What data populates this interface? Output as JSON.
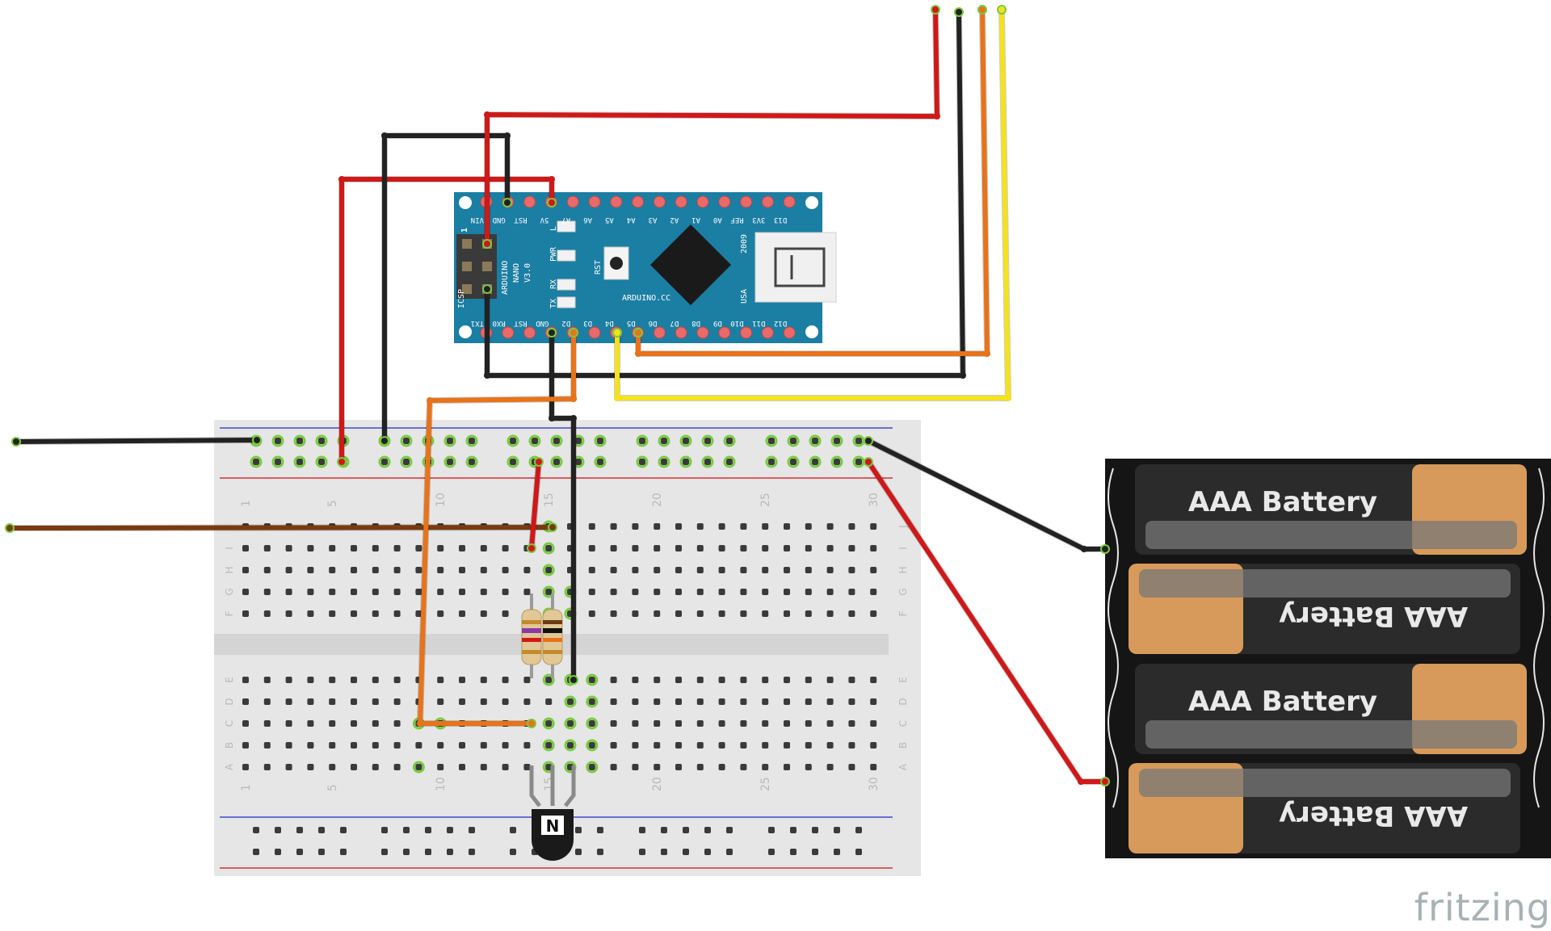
{
  "brand": "fritzing",
  "arduino": {
    "model_lines": [
      "ARDUINO",
      "NANO",
      "V3.0"
    ],
    "icsp": "ICSP",
    "icsp_num": "1",
    "rst": "RST",
    "l": "L",
    "pwr": "PWR",
    "rx": "RX",
    "tx": "TX",
    "site": "ARDUINO.CC",
    "year": "2009",
    "usa": "USA",
    "top_pins": [
      "VIN",
      "GND",
      "RST",
      "5V",
      "A7",
      "A6",
      "A5",
      "A4",
      "A3",
      "A2",
      "A1",
      "A0",
      "REF",
      "3V3",
      "D13"
    ],
    "bottom_pins": [
      "TX1",
      "RX0",
      "RST",
      "GND",
      "D2",
      "D3",
      "D4",
      "D5",
      "D6",
      "D7",
      "D8",
      "D9",
      "D10",
      "D11",
      "D12"
    ]
  },
  "breadboard": {
    "rows_top": [
      "J",
      "I",
      "H",
      "G",
      "F"
    ],
    "rows_bottom": [
      "E",
      "D",
      "C",
      "B",
      "A"
    ],
    "column_numbers": [
      "1",
      "5",
      "10",
      "15",
      "20",
      "25",
      "30"
    ]
  },
  "battery_pack": {
    "cells": [
      "AAA Battery",
      "AAA Battery",
      "AAA Battery",
      "AAA Battery"
    ]
  },
  "transistor": {
    "label": "N"
  },
  "colors": {
    "wire_red": "#d01818",
    "wire_black": "#222222",
    "wire_orange": "#e8731a",
    "wire_yellow": "#f5e21c",
    "wire_brown": "#7a3a10",
    "arduino_pcb": "#1b7ea3",
    "breadboard": "#e6e6e6",
    "battery_body": "#2b2b2b",
    "battery_cap": "#d79a5a"
  }
}
